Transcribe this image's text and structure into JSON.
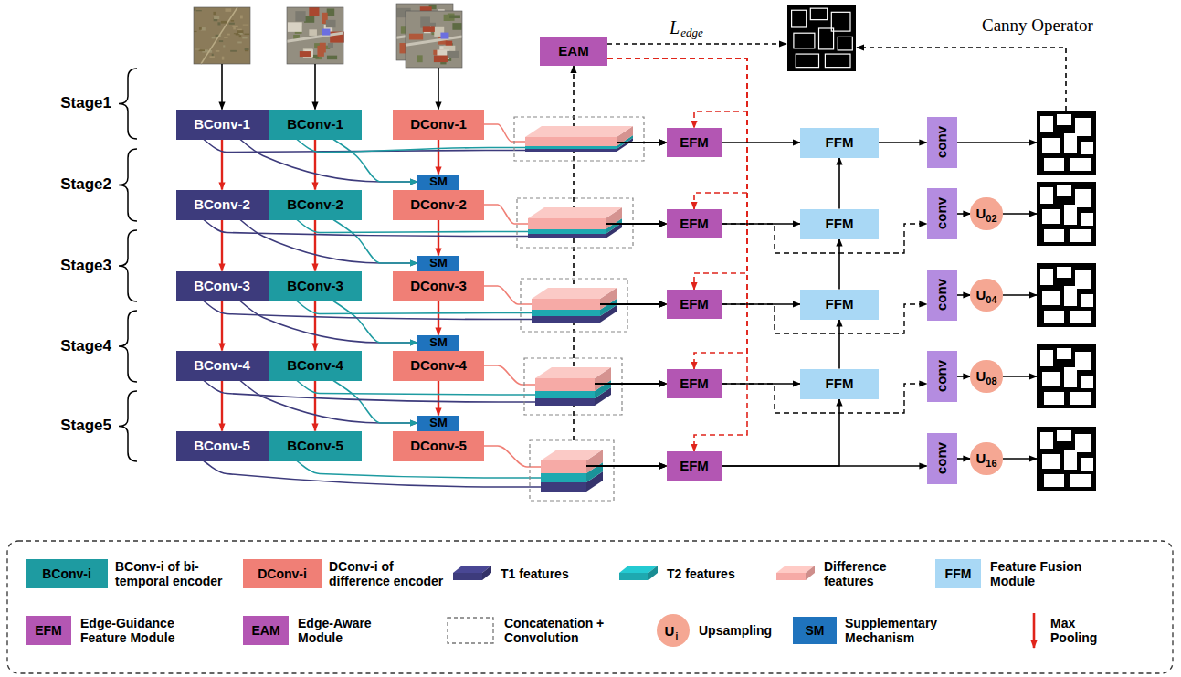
{
  "diagram": {
    "nodes": [
      {
        "text": [
          "EAM"
        ]
      },
      {
        "text": [
          "BConv-1"
        ]
      },
      {
        "text": [
          "BConv-1"
        ]
      },
      {
        "text": [
          "DConv-1"
        ]
      },
      {
        "text": [
          "EFM"
        ]
      },
      {
        "text": [
          "FFM"
        ]
      },
      {
        "text": [
          "conv"
        ]
      },
      {
        "text": [
          "SM"
        ]
      },
      {
        "text": [
          "BConv-2"
        ]
      },
      {
        "text": [
          "BConv-2"
        ]
      },
      {
        "text": [
          "DConv-2"
        ]
      },
      {
        "text": [
          "EFM"
        ]
      },
      {
        "text": [
          "FFM"
        ]
      },
      {
        "text": [
          "conv"
        ]
      },
      {
        "text": [
          "U",
          "02"
        ]
      },
      {
        "text": [
          "SM"
        ]
      },
      {
        "text": [
          "BConv-3"
        ]
      },
      {
        "text": [
          "BConv-3"
        ]
      },
      {
        "text": [
          "DConv-3"
        ]
      },
      {
        "text": [
          "EFM"
        ]
      },
      {
        "text": [
          "FFM"
        ]
      },
      {
        "text": [
          "conv"
        ]
      },
      {
        "text": [
          "U",
          "04"
        ]
      },
      {
        "text": [
          "SM"
        ]
      },
      {
        "text": [
          "BConv-4"
        ]
      },
      {
        "text": [
          "BConv-4"
        ]
      },
      {
        "text": [
          "DConv-4"
        ]
      },
      {
        "text": [
          "EFM"
        ]
      },
      {
        "text": [
          "FFM"
        ]
      },
      {
        "text": [
          "conv"
        ]
      },
      {
        "text": [
          "U",
          "08"
        ]
      },
      {
        "text": [
          "SM"
        ]
      },
      {
        "text": [
          "BConv-5"
        ]
      },
      {
        "text": [
          "BConv-5"
        ]
      },
      {
        "text": [
          "DConv-5"
        ]
      },
      {
        "text": [
          "EFM"
        ]
      },
      {
        "text": [
          "conv"
        ]
      },
      {
        "text": [
          "U",
          "16"
        ]
      }
    ],
    "edges": [
      {
        "from": 1,
        "to": 8,
        "arrow": "to"
      },
      {
        "from": 8,
        "to": 16,
        "arrow": "to"
      },
      {
        "from": 16,
        "to": 24,
        "arrow": "to"
      },
      {
        "from": 24,
        "to": 32,
        "arrow": "to"
      },
      {
        "from": 2,
        "to": 9,
        "arrow": "to"
      },
      {
        "from": 9,
        "to": 17,
        "arrow": "to"
      },
      {
        "from": 17,
        "to": 25,
        "arrow": "to"
      },
      {
        "from": 25,
        "to": 33,
        "arrow": "to"
      },
      {
        "from": 3,
        "to": 7,
        "arrow": "to"
      },
      {
        "from": 10,
        "to": 15,
        "arrow": "to"
      },
      {
        "from": 18,
        "to": 23,
        "arrow": "to"
      },
      {
        "from": 26,
        "to": 31,
        "arrow": "to"
      },
      {
        "from": 1,
        "to": 7,
        "arrow": "to"
      },
      {
        "from": 2,
        "to": 7,
        "arrow": "to"
      },
      {
        "from": 8,
        "to": 15,
        "arrow": "to"
      },
      {
        "from": 9,
        "to": 15,
        "arrow": "to"
      },
      {
        "from": 16,
        "to": 23,
        "arrow": "to"
      },
      {
        "from": 17,
        "to": 23,
        "arrow": "to"
      },
      {
        "from": 24,
        "to": 31,
        "arrow": "to"
      },
      {
        "from": 25,
        "to": 31,
        "arrow": "to"
      },
      {
        "from": 1,
        "to": 4,
        "arrow": "to"
      },
      {
        "from": 2,
        "to": 4,
        "arrow": "to"
      },
      {
        "from": 3,
        "to": 4,
        "arrow": "to"
      },
      {
        "from": 8,
        "to": 11,
        "arrow": "to"
      },
      {
        "from": 9,
        "to": 11,
        "arrow": "to"
      },
      {
        "from": 10,
        "to": 11,
        "arrow": "to"
      },
      {
        "from": 16,
        "to": 19,
        "arrow": "to"
      },
      {
        "from": 17,
        "to": 19,
        "arrow": "to"
      },
      {
        "from": 18,
        "to": 19,
        "arrow": "to"
      },
      {
        "from": 24,
        "to": 27,
        "arrow": "to"
      },
      {
        "from": 25,
        "to": 27,
        "arrow": "to"
      },
      {
        "from": 26,
        "to": 27,
        "arrow": "to"
      },
      {
        "from": 32,
        "to": 35,
        "arrow": "to"
      },
      {
        "from": 33,
        "to": 35,
        "arrow": "to"
      },
      {
        "from": 34,
        "to": 35,
        "arrow": "to"
      },
      {
        "from": 0,
        "to": 4,
        "arrow": "to"
      },
      {
        "from": 0,
        "to": 11,
        "arrow": "to"
      },
      {
        "from": 0,
        "to": 19,
        "arrow": "to"
      },
      {
        "from": 0,
        "to": 27,
        "arrow": "to"
      },
      {
        "from": 0,
        "to": 35,
        "arrow": "to"
      },
      {
        "from": 4,
        "to": 5,
        "arrow": "to"
      },
      {
        "from": 11,
        "to": 12,
        "arrow": "to"
      },
      {
        "from": 19,
        "to": 20,
        "arrow": "to"
      },
      {
        "from": 27,
        "to": 28,
        "arrow": "to"
      },
      {
        "from": 35,
        "to": 28,
        "arrow": "to"
      },
      {
        "from": 28,
        "to": 20,
        "arrow": "to"
      },
      {
        "from": 20,
        "to": 12,
        "arrow": "to"
      },
      {
        "from": 12,
        "to": 5,
        "arrow": "to"
      },
      {
        "from": 5,
        "to": 6,
        "arrow": "to"
      },
      {
        "from": 35,
        "to": 36,
        "arrow": "to"
      },
      {
        "from": 11,
        "to": 13,
        "arrow": "to"
      },
      {
        "from": 19,
        "to": 21,
        "arrow": "to"
      },
      {
        "from": 27,
        "to": 29,
        "arrow": "to"
      },
      {
        "from": 13,
        "to": 14,
        "arrow": "to"
      },
      {
        "from": 21,
        "to": 22,
        "arrow": "to"
      },
      {
        "from": 29,
        "to": 30,
        "arrow": "to"
      },
      {
        "from": 36,
        "to": 37,
        "arrow": "to"
      }
    ],
    "labels": [
      "Stage1",
      "Stage2",
      "Stage3",
      "Stage4",
      "Stage5",
      "L",
      "edge",
      "Canny Operator",
      "BConv-i",
      "DConv-i",
      "FFM",
      "EFM",
      "EAM",
      "U",
      "i",
      "SM"
    ],
    "legend": [
      {
        "text": "BConv-i of bi-temporal encoder",
        "color": "#1e9ba1"
      },
      {
        "text": "DConv-i of difference encoder",
        "color": "#f07f76"
      },
      {
        "text": "T1 features",
        "color": "#3d3b7c"
      },
      {
        "text": "T2 features",
        "color": "#1ea9b0"
      },
      {
        "text": "Difference features",
        "color": "#f6aaa6"
      },
      {
        "text": "Feature Fusion Module",
        "color": "#a9d8f5"
      },
      {
        "text": "Edge-Guidance Feature Module",
        "color": "#b356b3"
      },
      {
        "text": "Edge-Aware Module",
        "color": "#b356b3"
      },
      {
        "text": "Concatenation + Convolution"
      },
      {
        "text": "Upsampling",
        "color": "#f5a793"
      },
      {
        "text": "Supplementary Mechanism",
        "color": "#1f73bd"
      },
      {
        "text": "Max Pooling"
      }
    ]
  }
}
